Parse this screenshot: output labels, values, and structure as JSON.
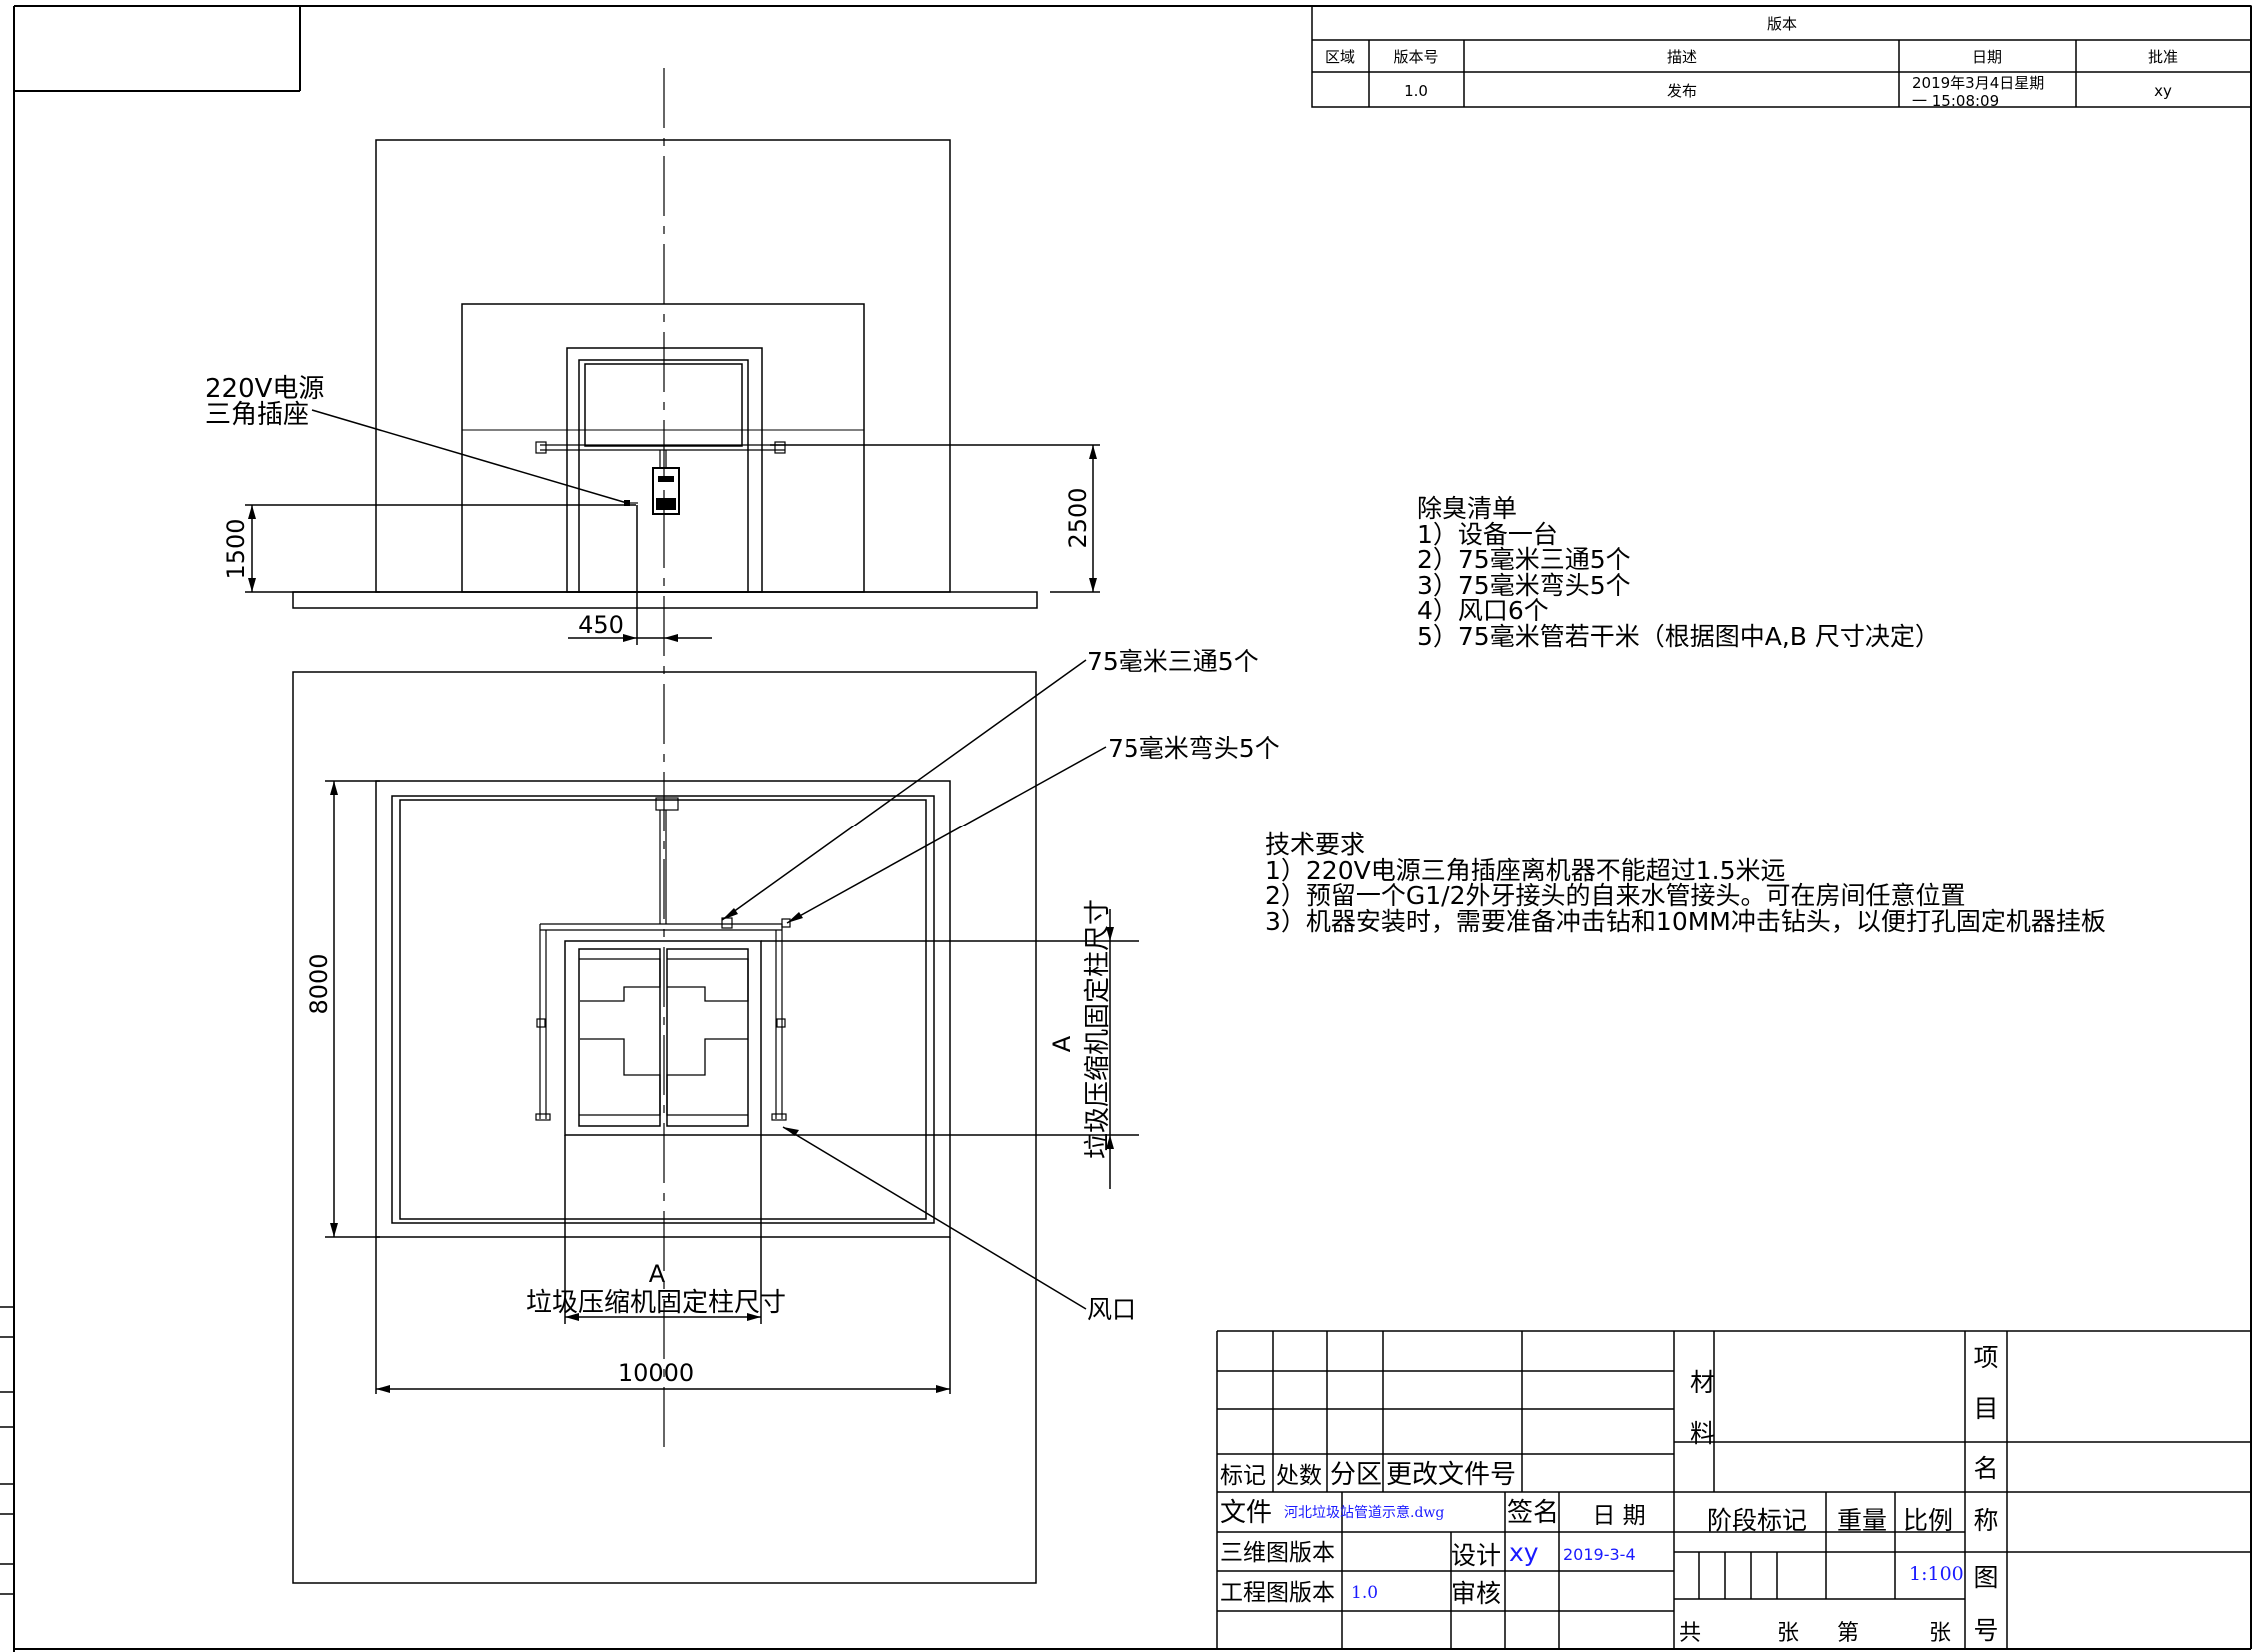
{
  "revision_table": {
    "title": "版本",
    "headers": [
      "区域",
      "版本号",
      "描述",
      "日期",
      "批准"
    ],
    "row": {
      "zone": "",
      "version": "1.0",
      "description": "发布",
      "date_line1": "2019年3月4日星期",
      "date_line2": "一 15:08:09",
      "approver": "xy"
    }
  },
  "elevation": {
    "socket_label_1": "220V电源",
    "socket_label_2": "三角插座",
    "dim_1500": "1500",
    "dim_2500": "2500",
    "dim_450": "450"
  },
  "plan": {
    "dim_8000": "8000",
    "dim_10000": "10000",
    "section_a_bottom": "A",
    "section_a_right": "A",
    "pillar_label": "垃圾压缩机固定柱尺寸",
    "pillar_label_vertical": "垃圾压缩机固定柱尺寸",
    "callout_tee": "75毫米三通5个",
    "callout_elbow": "75毫米弯头5个",
    "callout_vent": "风口"
  },
  "deodorize_list": {
    "title": "除臭清单",
    "items": [
      "1）设备一台",
      "2）75毫米三通5个",
      "3）75毫米弯头5个",
      "4）风口6个",
      "5）75毫米管若干米（根据图中A,B 尺寸决定）"
    ]
  },
  "tech_requirements": {
    "title": "技术要求",
    "items": [
      "1）220V电源三角插座离机器不能超过1.5米远",
      "2）预留一个G1/2外牙接头的自来水管接头。可在房间任意位置",
      "3）机器安装时，需要准备冲击钻和10MM冲击钻头，以便打孔固定机器挂板"
    ]
  },
  "title_block": {
    "mark": "标记",
    "count": "处数",
    "zone": "分区",
    "change_doc": "更改文件号",
    "file_label": "文件",
    "file_name": "河北垃圾站管道示意.dwg",
    "sign": "签名",
    "date_label": "日 期",
    "model_version_label": "三维图版本",
    "drawing_version_label": "工程图版本",
    "drawing_version": "1.0",
    "design_label": "设计",
    "designer": "xy",
    "design_date": "2019-3-4",
    "review_label": "审核",
    "material_1": "材",
    "material_2": "料",
    "stage_mark": "阶段标记",
    "weight": "重量",
    "scale_label": "比例",
    "scale": "1:100",
    "total": "共",
    "sheet_unit_1": "张",
    "page_of": "第",
    "sheet_unit_2": "张",
    "project_chars": [
      "项",
      "目",
      "名",
      "称"
    ],
    "drawing_no_chars": [
      "图",
      "号"
    ]
  }
}
